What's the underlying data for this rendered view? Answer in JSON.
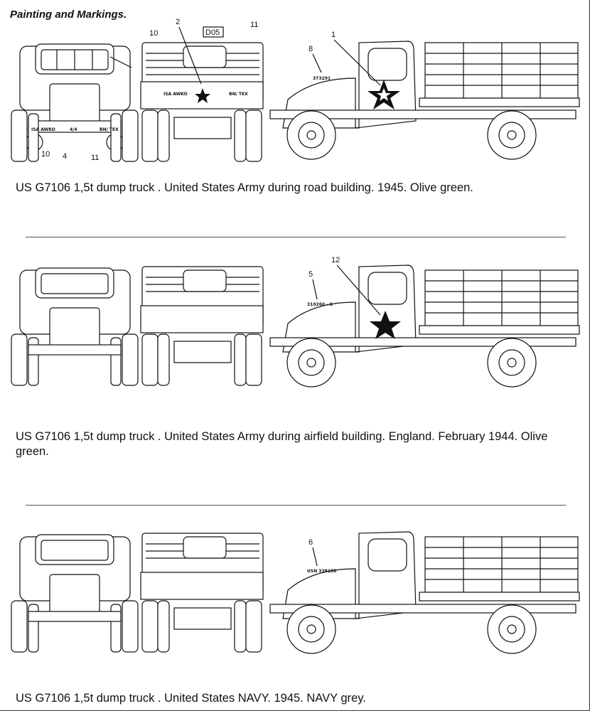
{
  "title": "Painting and Markings.",
  "schemes": [
    {
      "caption": "US G7106 1,5t dump truck . United States Army during road building. 1945. Olive green.",
      "callouts": [
        "10",
        "2",
        "11",
        "1",
        "8",
        "10",
        "4",
        "11"
      ],
      "plate": "D05",
      "bumper_left": "ISA AWKO",
      "bumper_right": "BN/ TEX",
      "bumper_mid": "4/4",
      "hood_number": "373291",
      "marking": "star-in-star"
    },
    {
      "caption": "US G7106 1,5t dump truck . United States Army during airfield building. England. February 1944. Olive green.",
      "callouts": [
        "12",
        "5"
      ],
      "hood_number": "310260 - S",
      "marking": "star"
    },
    {
      "caption": "US G7106 1,5t dump truck . United States NAVY. 1945. NAVY grey.",
      "callouts": [
        "6"
      ],
      "hood_number": "USN 338198",
      "marking": "none"
    }
  ],
  "colors": {
    "line": "#111111",
    "rule": "#555555",
    "background": "#ffffff"
  }
}
